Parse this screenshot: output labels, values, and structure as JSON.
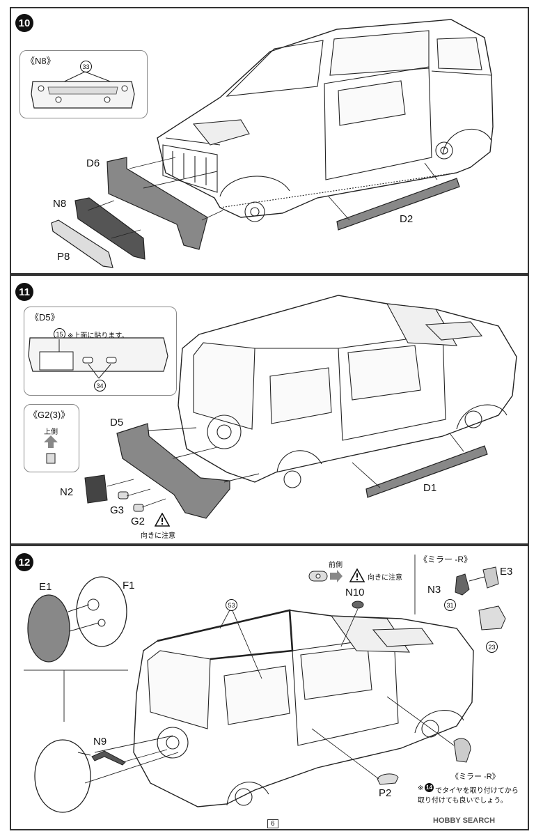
{
  "steps": [
    {
      "number": "10",
      "inset": {
        "title": "《N8》",
        "callout": "33"
      },
      "labels": {
        "d6": "D6",
        "n8": "N8",
        "p8": "P8",
        "d2": "D2"
      }
    },
    {
      "number": "11",
      "inset_d5": {
        "title": "《D5》",
        "callout_15": "15",
        "note": "※上面に貼ります。",
        "callout_34": "34"
      },
      "inset_g2": {
        "title": "《G2(3)》",
        "up_label": "上側"
      },
      "labels": {
        "d5": "D5",
        "n2": "N2",
        "g3": "G3",
        "g2": "G2",
        "d1": "D1"
      },
      "caution": "向きに注意"
    },
    {
      "number": "12",
      "labels": {
        "e1": "E1",
        "f1": "F1",
        "n10": "N10",
        "n9": "N9",
        "p2": "P2",
        "callout_53": "53"
      },
      "front_label": "前側",
      "caution": "向きに注意",
      "mirror_r_top": {
        "title": "《ミラー -R》",
        "e3": "E3",
        "n3": "N3",
        "callout_31": "31",
        "callout_23": "23"
      },
      "mirror_r_bottom": {
        "title": "《ミラー -R》"
      },
      "note_prefix": "※",
      "note_ref": "14",
      "note_line1": "でタイヤを取り付けてから",
      "note_line2": "取り付けても良いでしょう。"
    }
  ],
  "footer": {
    "page_number": "6",
    "watermark": "HOBBY SEARCH"
  }
}
